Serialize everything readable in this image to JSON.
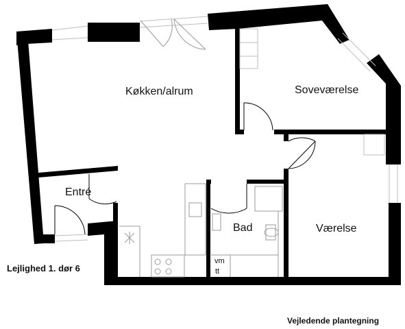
{
  "rooms": {
    "kitchen": "Køkken/alrum",
    "bedroom": "Soveværelse",
    "entry": "Entré",
    "bath": "Bad",
    "room": "Værelse",
    "vm": "vm",
    "tt": "tt"
  },
  "apartment_label": "Lejlighed 1. dør 6",
  "plan_note": "Vejledende plantegning"
}
